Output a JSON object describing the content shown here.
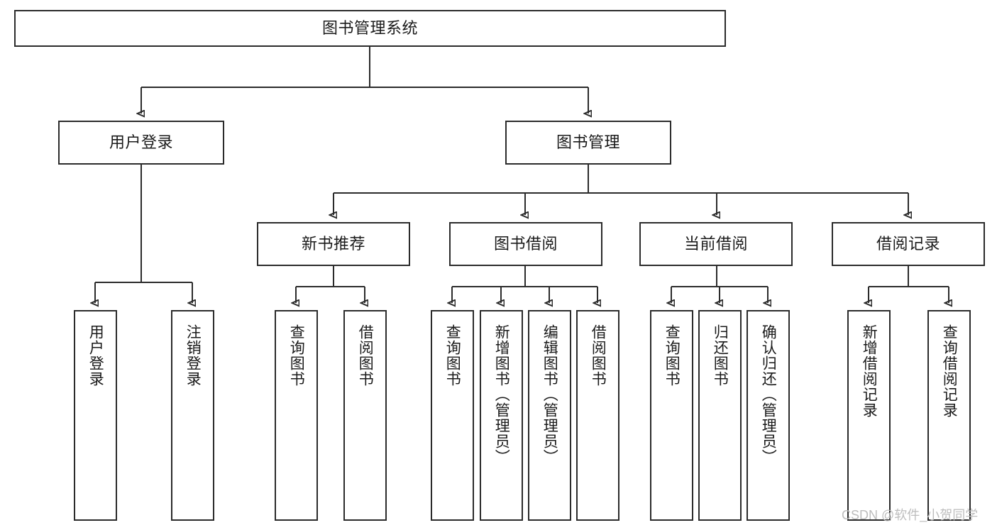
{
  "diagram": {
    "title": "图书管理系统",
    "type": "tree-hierarchy-chart",
    "root": {
      "label": "图书管理系统"
    },
    "level2": [
      {
        "label": "用户登录"
      },
      {
        "label": "图书管理"
      }
    ],
    "level3": [
      {
        "label": "新书推荐"
      },
      {
        "label": "图书借阅"
      },
      {
        "label": "当前借阅"
      },
      {
        "label": "借阅记录"
      }
    ],
    "leaves": {
      "user_login": [
        {
          "label": "用户登录"
        },
        {
          "label": "注销登录"
        }
      ],
      "new_book_recommend": [
        {
          "label": "查询图书"
        },
        {
          "label": "借阅图书"
        }
      ],
      "book_borrow": [
        {
          "label": "查询图书"
        },
        {
          "label": "新增图书（管理员）"
        },
        {
          "label": "编辑图书（管理员）"
        },
        {
          "label": "借阅图书"
        }
      ],
      "current_borrow": [
        {
          "label": "查询图书"
        },
        {
          "label": "归还图书"
        },
        {
          "label": "确认归还（管理员）"
        }
      ],
      "borrow_record": [
        {
          "label": "新增借阅记录"
        },
        {
          "label": "查询借阅记录"
        }
      ]
    }
  },
  "watermark": {
    "text": "CSDN @软件_小贺同学"
  },
  "colors": {
    "stroke": "#2b2b2b",
    "background": "#ffffff",
    "text": "#1a1a1a",
    "watermark": "#bdbdbd"
  }
}
